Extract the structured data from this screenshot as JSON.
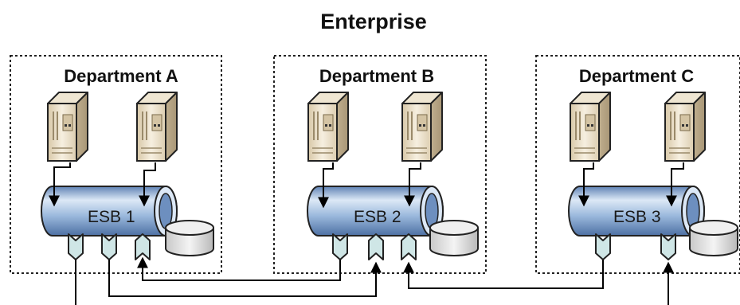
{
  "title": "Enterprise",
  "departments": [
    {
      "label": "Department A",
      "bus_label": "ESB 1"
    },
    {
      "label": "Department B",
      "bus_label": "ESB 2"
    },
    {
      "label": "Department C",
      "bus_label": "ESB 3"
    }
  ],
  "icons": {
    "server": "server-icon",
    "storage": "database-icon",
    "bus": "service-bus-pipe-icon",
    "port_out": "outbound-endpoint-icon",
    "port_in": "inbound-endpoint-icon"
  },
  "colors": {
    "bus_fill": "#8fb0d8",
    "bus_highlight": "#dce8f6",
    "bus_dark": "#5579ad",
    "server_fill": "#e9dcc2",
    "port_fill": "#cfe6e6",
    "border": "#222222"
  }
}
